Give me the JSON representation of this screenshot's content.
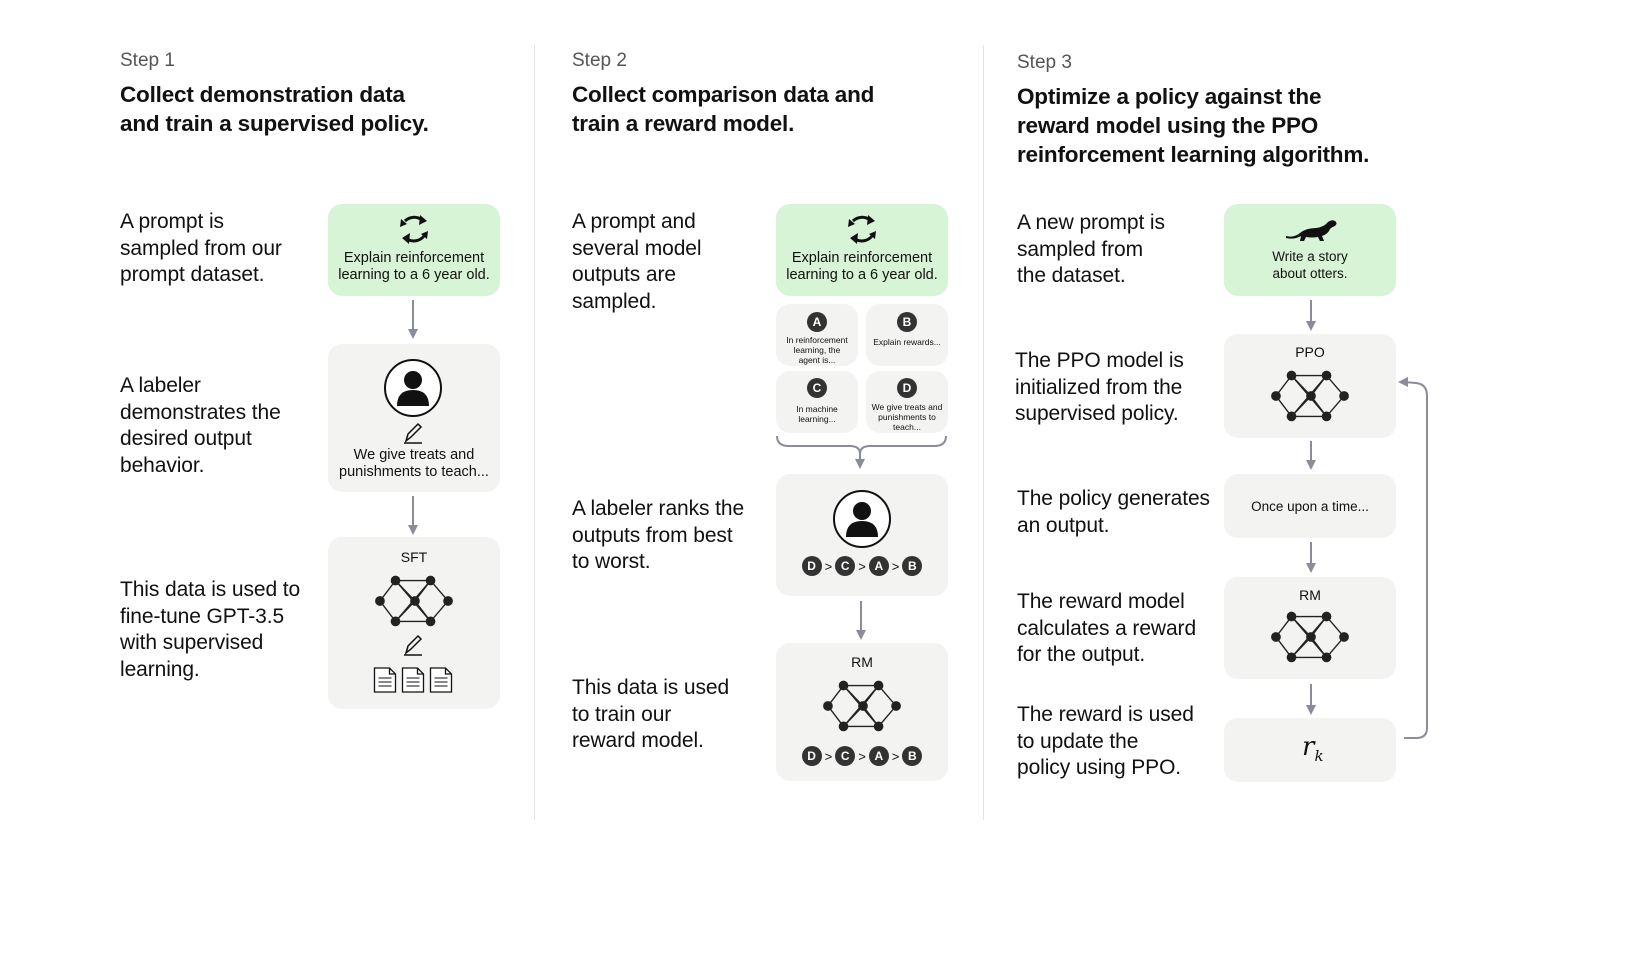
{
  "colors": {
    "green_box": "#d8f4d6",
    "grey_box": "#f3f3f1",
    "arrow": "#8a8c99",
    "node": "#222222"
  },
  "step1": {
    "label": "Step 1",
    "title_line1": "Collect demonstration data",
    "title_line2": "and train a supervised policy.",
    "desc1": "A prompt is\nsampled from our\nprompt dataset.",
    "desc2": "A labeler\ndemonstrates the\ndesired output\nbehavior.",
    "desc3": "This data is used to\nfine-tune GPT-3.5\nwith supervised\nlearning.",
    "prompt_text": "Explain reinforcement\nlearning to a 6 year old.",
    "demo_text": "We give treats and\npunishments to teach...",
    "model_label": "SFT",
    "icons": [
      "refresh-icon",
      "person-icon",
      "pencil-icon",
      "network-icon",
      "document-icon"
    ]
  },
  "step2": {
    "label": "Step 2",
    "title_line1": "Collect comparison data and",
    "title_line2": "train a reward model.",
    "desc1": "A prompt and\nseveral model\noutputs are\nsampled.",
    "desc2": "A labeler ranks the\noutputs from best\nto worst.",
    "desc3": "This data is used\nto train our\nreward model.",
    "prompt_text": "Explain reinforcement\nlearning to a 6 year old.",
    "outputs": [
      {
        "letter": "A",
        "text": "In reinforcement\nlearning, the\nagent is..."
      },
      {
        "letter": "B",
        "text": "Explain rewards..."
      },
      {
        "letter": "C",
        "text": "In machine\nlearning..."
      },
      {
        "letter": "D",
        "text": "We give treats and\npunishments to\nteach..."
      }
    ],
    "ranking": [
      "D",
      "C",
      "A",
      "B"
    ],
    "rank_separator": ">",
    "model_label": "RM"
  },
  "step3": {
    "label": "Step 3",
    "title_line1": "Optimize a policy against the",
    "title_line2": "reward model using the PPO",
    "title_line3": "reinforcement learning algorithm.",
    "desc1": "A new prompt is\nsampled from\nthe dataset.",
    "desc2": "The PPO model is\ninitialized from the\nsupervised policy.",
    "desc3": "The policy generates\nan output.",
    "desc4": "The reward model\ncalculates a reward\nfor the output.",
    "desc5": "The reward is used\nto update the\npolicy using PPO.",
    "prompt_text": "Write a story\nabout otters.",
    "ppo_label": "PPO",
    "output_text": "Once upon a time...",
    "rm_label": "RM",
    "reward_symbol": "r",
    "reward_subscript": "k",
    "icons": [
      "otter-icon",
      "network-icon"
    ]
  }
}
